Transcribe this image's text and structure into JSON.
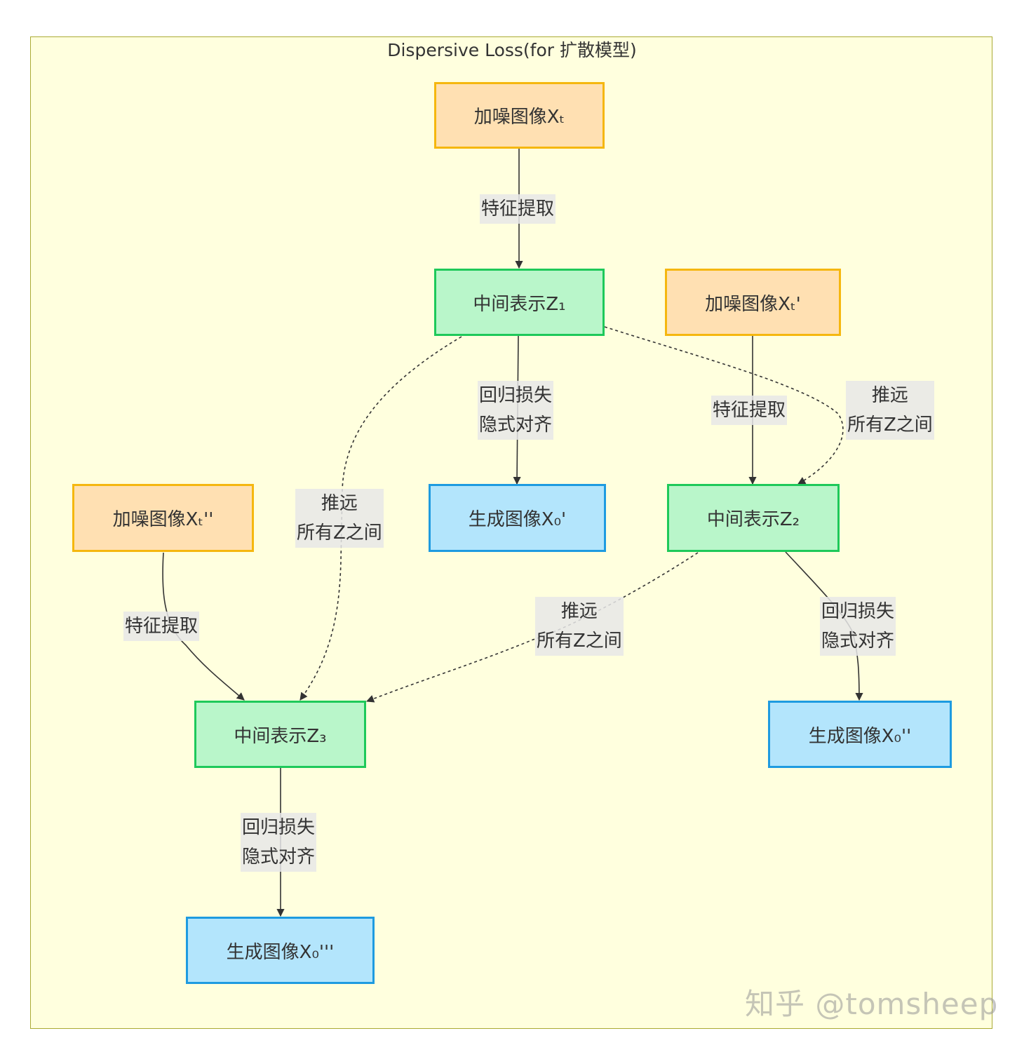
{
  "diagram": {
    "title": "Dispersive Loss(for 扩散模型)",
    "nodes": {
      "xt": "加噪图像Xₜ",
      "xt2": "加噪图像Xₜ'",
      "xt3": "加噪图像Xₜ''",
      "z1": "中间表示Z₁",
      "z2": "中间表示Z₂",
      "z3": "中间表示Z₃",
      "x0a": "生成图像X₀'",
      "x0b": "生成图像X₀''",
      "x0c": "生成图像X₀'''"
    },
    "edge_labels": {
      "extract": "特征提取",
      "regress_line1": "回归损失",
      "regress_line2": "隐式对齐",
      "push_line1": "推远",
      "push_line2": "所有Z之间"
    },
    "colors": {
      "subgraph_fill": "#ffffde",
      "subgraph_border": "#aaaa33",
      "noisy_fill": "#ffe0b2",
      "noisy_border": "#f5b70f",
      "mid_fill": "#b9f6ca",
      "mid_border": "#1ec95a",
      "gen_fill": "#b3e5fc",
      "gen_border": "#1e9be0"
    }
  },
  "watermark": "知乎 @tomsheep"
}
